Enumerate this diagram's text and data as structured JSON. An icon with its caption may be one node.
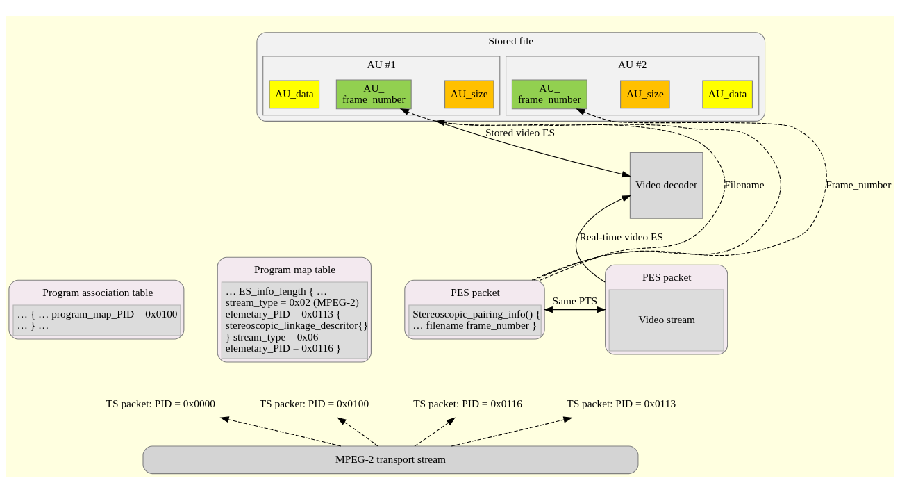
{
  "diagram": {
    "nodes": [
      {
        "text": [
          "Stored file"
        ]
      },
      {
        "text": [
          "AU #1"
        ],
        "in": 0
      },
      {
        "text": [
          "AU_ frame_number"
        ],
        "in": 1
      },
      {
        "text": [
          "AU_size"
        ],
        "in": 1
      },
      {
        "text": [
          "AU_data"
        ],
        "in": 1
      },
      {
        "text": [
          "AU #2"
        ],
        "in": 0
      },
      {
        "text": [
          "AU_ frame_number"
        ],
        "in": 5
      },
      {
        "text": [
          "AU_size"
        ],
        "in": 5
      },
      {
        "text": [
          "AU_data"
        ],
        "in": 5
      },
      {
        "text": [
          "Video decoder"
        ]
      },
      {
        "text": [
          "Program association table",
          "… { … program_map_PID = 0x0100 … } …"
        ]
      },
      {
        "text": [
          "Program map table",
          "… ES_info_length { … stream_type = 0x02 (MPEG-2) elemetary_PID = 0x0113 { stereoscopic_linkage_descritor{} } stream_type = 0x06 elemetary_PID = 0x0116 }"
        ]
      },
      {
        "text": [
          "PES packet",
          "Stereoscopic_pairing_info() { … filename frame_number }"
        ]
      },
      {
        "text": [
          "PES packet",
          "Video stream"
        ]
      },
      {
        "text": [
          "TS packet: PID = 0x0000"
        ]
      },
      {
        "text": [
          "TS packet: PID = 0x0100"
        ]
      },
      {
        "text": [
          "TS packet: PID = 0x0116"
        ]
      },
      {
        "text": [
          "TS packet: PID = 0x0113"
        ]
      },
      {
        "text": [
          "MPEG-2 transport stream"
        ]
      }
    ],
    "edges": [
      {
        "from": 18,
        "to": 14,
        "arrow": "to",
        "style": "dashed"
      },
      {
        "from": 18,
        "to": 15,
        "arrow": "to",
        "style": "dashed"
      },
      {
        "from": 18,
        "to": 16,
        "arrow": "to",
        "style": "dashed"
      },
      {
        "from": 18,
        "to": 17,
        "arrow": "to",
        "style": "dashed"
      },
      {
        "from": 12,
        "to": 0,
        "label": "Filename",
        "arrow": "to",
        "style": "dashed"
      },
      {
        "from": 12,
        "to": 6,
        "label": "Frame_number",
        "arrow": "to",
        "style": "dashed"
      },
      {
        "from": 12,
        "to": 2,
        "arrow": "to",
        "style": "dashed"
      },
      {
        "from": 12,
        "to": 13,
        "label": "Same PTS",
        "arrow": "both"
      },
      {
        "from": 0,
        "to": 9,
        "label": "Stored video ES",
        "arrow": "to"
      },
      {
        "from": 13,
        "to": 9,
        "label": "Real-time video ES",
        "arrow": "to"
      }
    ]
  }
}
